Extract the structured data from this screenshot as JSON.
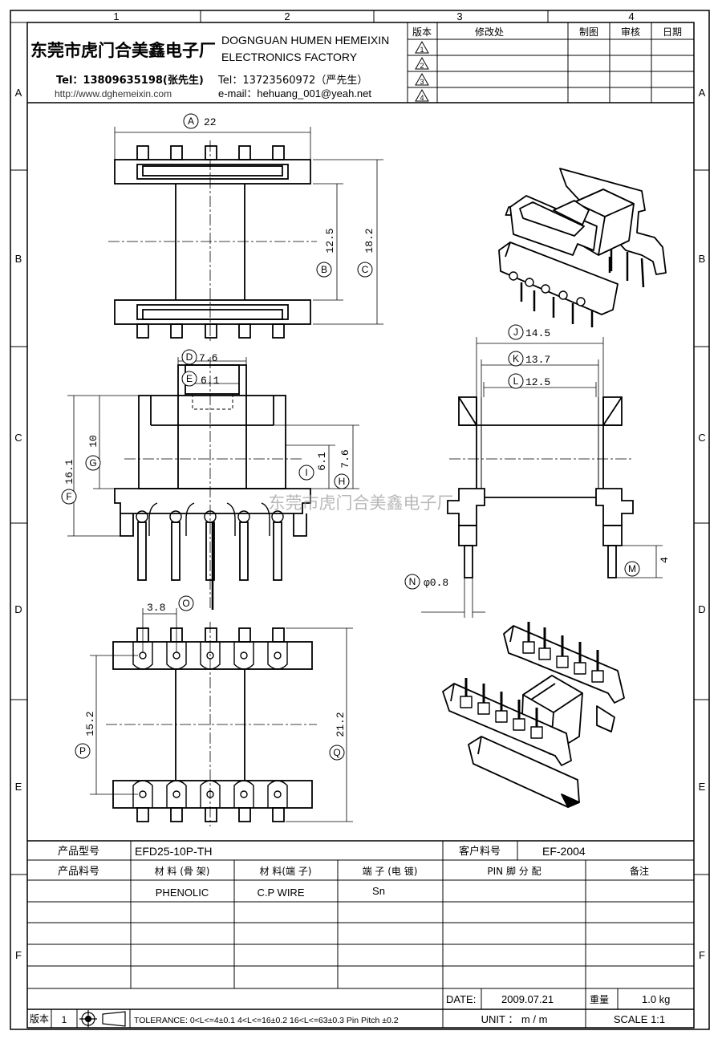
{
  "grid": {
    "columns": [
      "1",
      "2",
      "3",
      "4"
    ],
    "rows": [
      "A",
      "B",
      "C",
      "D",
      "E",
      "F"
    ]
  },
  "company": {
    "name_cn": "东莞市虎门合美鑫电子厂",
    "name_en_line1": "DOGNGUAN HUMEN HEMEIXIN",
    "name_en_line2": "ELECTRONICS FACTORY",
    "tel1": "Tel：13809635198(张先生)",
    "tel2": "Tel：13723560972（严先生）",
    "web": "http://www.dghemeixin.com",
    "email": "e-mail：hehuang_001@yeah.net"
  },
  "revision_table": {
    "headers": [
      "版本",
      "修改处",
      "制图",
      "审核",
      "日期"
    ],
    "rows": [
      "1",
      "2",
      "3",
      "4"
    ]
  },
  "drawing": {
    "watermark": "东莞市虎门合美鑫电子厂",
    "dims": {
      "A": {
        "letter": "A",
        "value": "22"
      },
      "B": {
        "letter": "B",
        "value": "12.5"
      },
      "C": {
        "letter": "C",
        "value": "18.2"
      },
      "D": {
        "letter": "D",
        "value": "7.6"
      },
      "E": {
        "letter": "E",
        "value": "6.1"
      },
      "F": {
        "letter": "F",
        "value": "16.1"
      },
      "G": {
        "letter": "G",
        "value": "10"
      },
      "H": {
        "letter": "H",
        "value": "7.6"
      },
      "I": {
        "letter": "I",
        "value": "6.1"
      },
      "J": {
        "letter": "J",
        "value": "14.5"
      },
      "K": {
        "letter": "K",
        "value": "13.7"
      },
      "L": {
        "letter": "L",
        "value": "12.5"
      },
      "M": {
        "letter": "M",
        "value": "4"
      },
      "N": {
        "letter": "N",
        "value": "φ0.8"
      },
      "O": {
        "letter": "O",
        "value": "3.8"
      },
      "P": {
        "letter": "P",
        "value": "15.2"
      },
      "Q": {
        "letter": "Q",
        "value": "21.2"
      }
    }
  },
  "title_block": {
    "model_label": "产品型号",
    "model_value": "EFD25-10P-TH",
    "customer_label": "客户料号",
    "customer_value": "EF-2004",
    "part_label": "产品料号",
    "col_bobbin": "材 料 (骨 架)",
    "col_terminal": "材 料(端 子)",
    "col_plating": "端 子 (电 镀)",
    "col_pin": "PIN 脚 分 配",
    "col_note": "备注",
    "bobbin_value": "PHENOLIC",
    "terminal_value": "C.P WIRE",
    "plating_value": "Sn",
    "date_label": "DATE:",
    "date_value": "2009.07.21",
    "weight_label": "重量",
    "weight_value": "1.0 kg",
    "version_label": "版本",
    "version_value": "1",
    "tolerance": "TOLERANCE:  0<L<=4±0.1  4<L<=16±0.2  16<L<=63±0.3  Pin Pitch  ±0.2",
    "unit": "UNIT ： m / m",
    "scale": "SCALE    1:1"
  }
}
